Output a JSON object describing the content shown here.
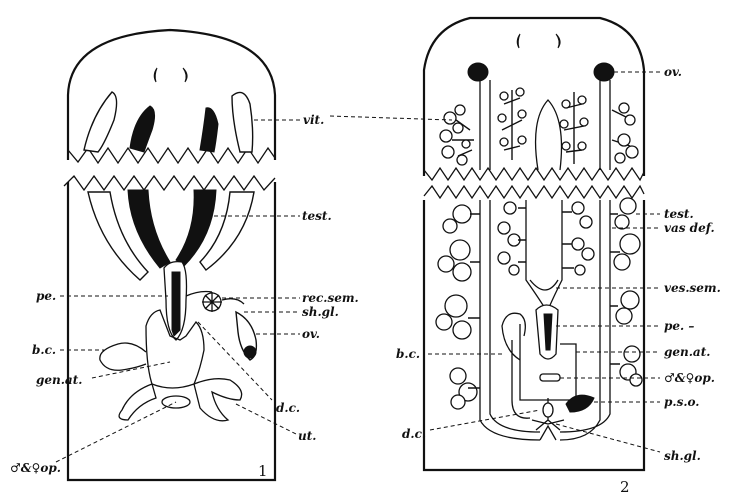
{
  "figure1": {
    "number": "1",
    "labels": {
      "vit": "vit.",
      "test": "test.",
      "pe": "pe.",
      "rec_sem": "rec.sem.",
      "sh_gl": "sh.gl.",
      "ov": "ov.",
      "b_c": "b.c.",
      "gen_at": "gen.at.",
      "d_c": "d.c.",
      "ut": "ut.",
      "sex_op": "♂&♀op."
    }
  },
  "figure2": {
    "number": "2",
    "labels": {
      "ov": "ov.",
      "test": "test.",
      "vas_def": "vas def.",
      "ves_sem": "ves.sem.",
      "pe": "pe. –",
      "b_c": "b.c.",
      "gen_at": "gen.at.",
      "sex_op": "♂&♀op.",
      "p_s_o": "p.s.o.",
      "d_c": "d.c.",
      "sh_gl": "sh.gl."
    }
  },
  "colors": {
    "ink": "#111111",
    "paper": "#ffffff"
  }
}
